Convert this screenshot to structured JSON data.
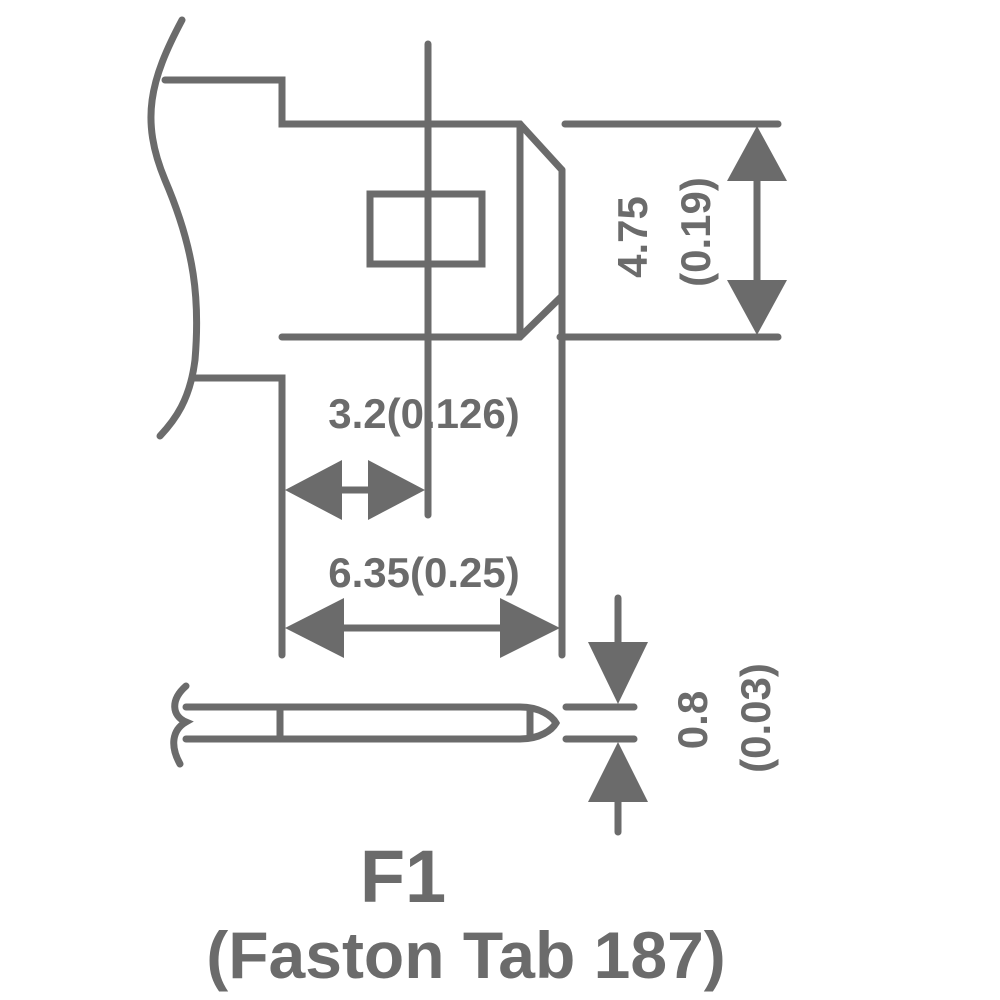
{
  "dimensions": {
    "height_mm": "4.75",
    "height_in": "(0.19)",
    "hole_offset": "3.2(0.126)",
    "tab_width": "6.35(0.25)",
    "thickness_mm": "0.8",
    "thickness_in": "(0.03)"
  },
  "label": {
    "code": "F1",
    "name": "(Faston Tab 187)"
  },
  "colors": {
    "line": "#6b6b6b",
    "background": "#ffffff"
  }
}
